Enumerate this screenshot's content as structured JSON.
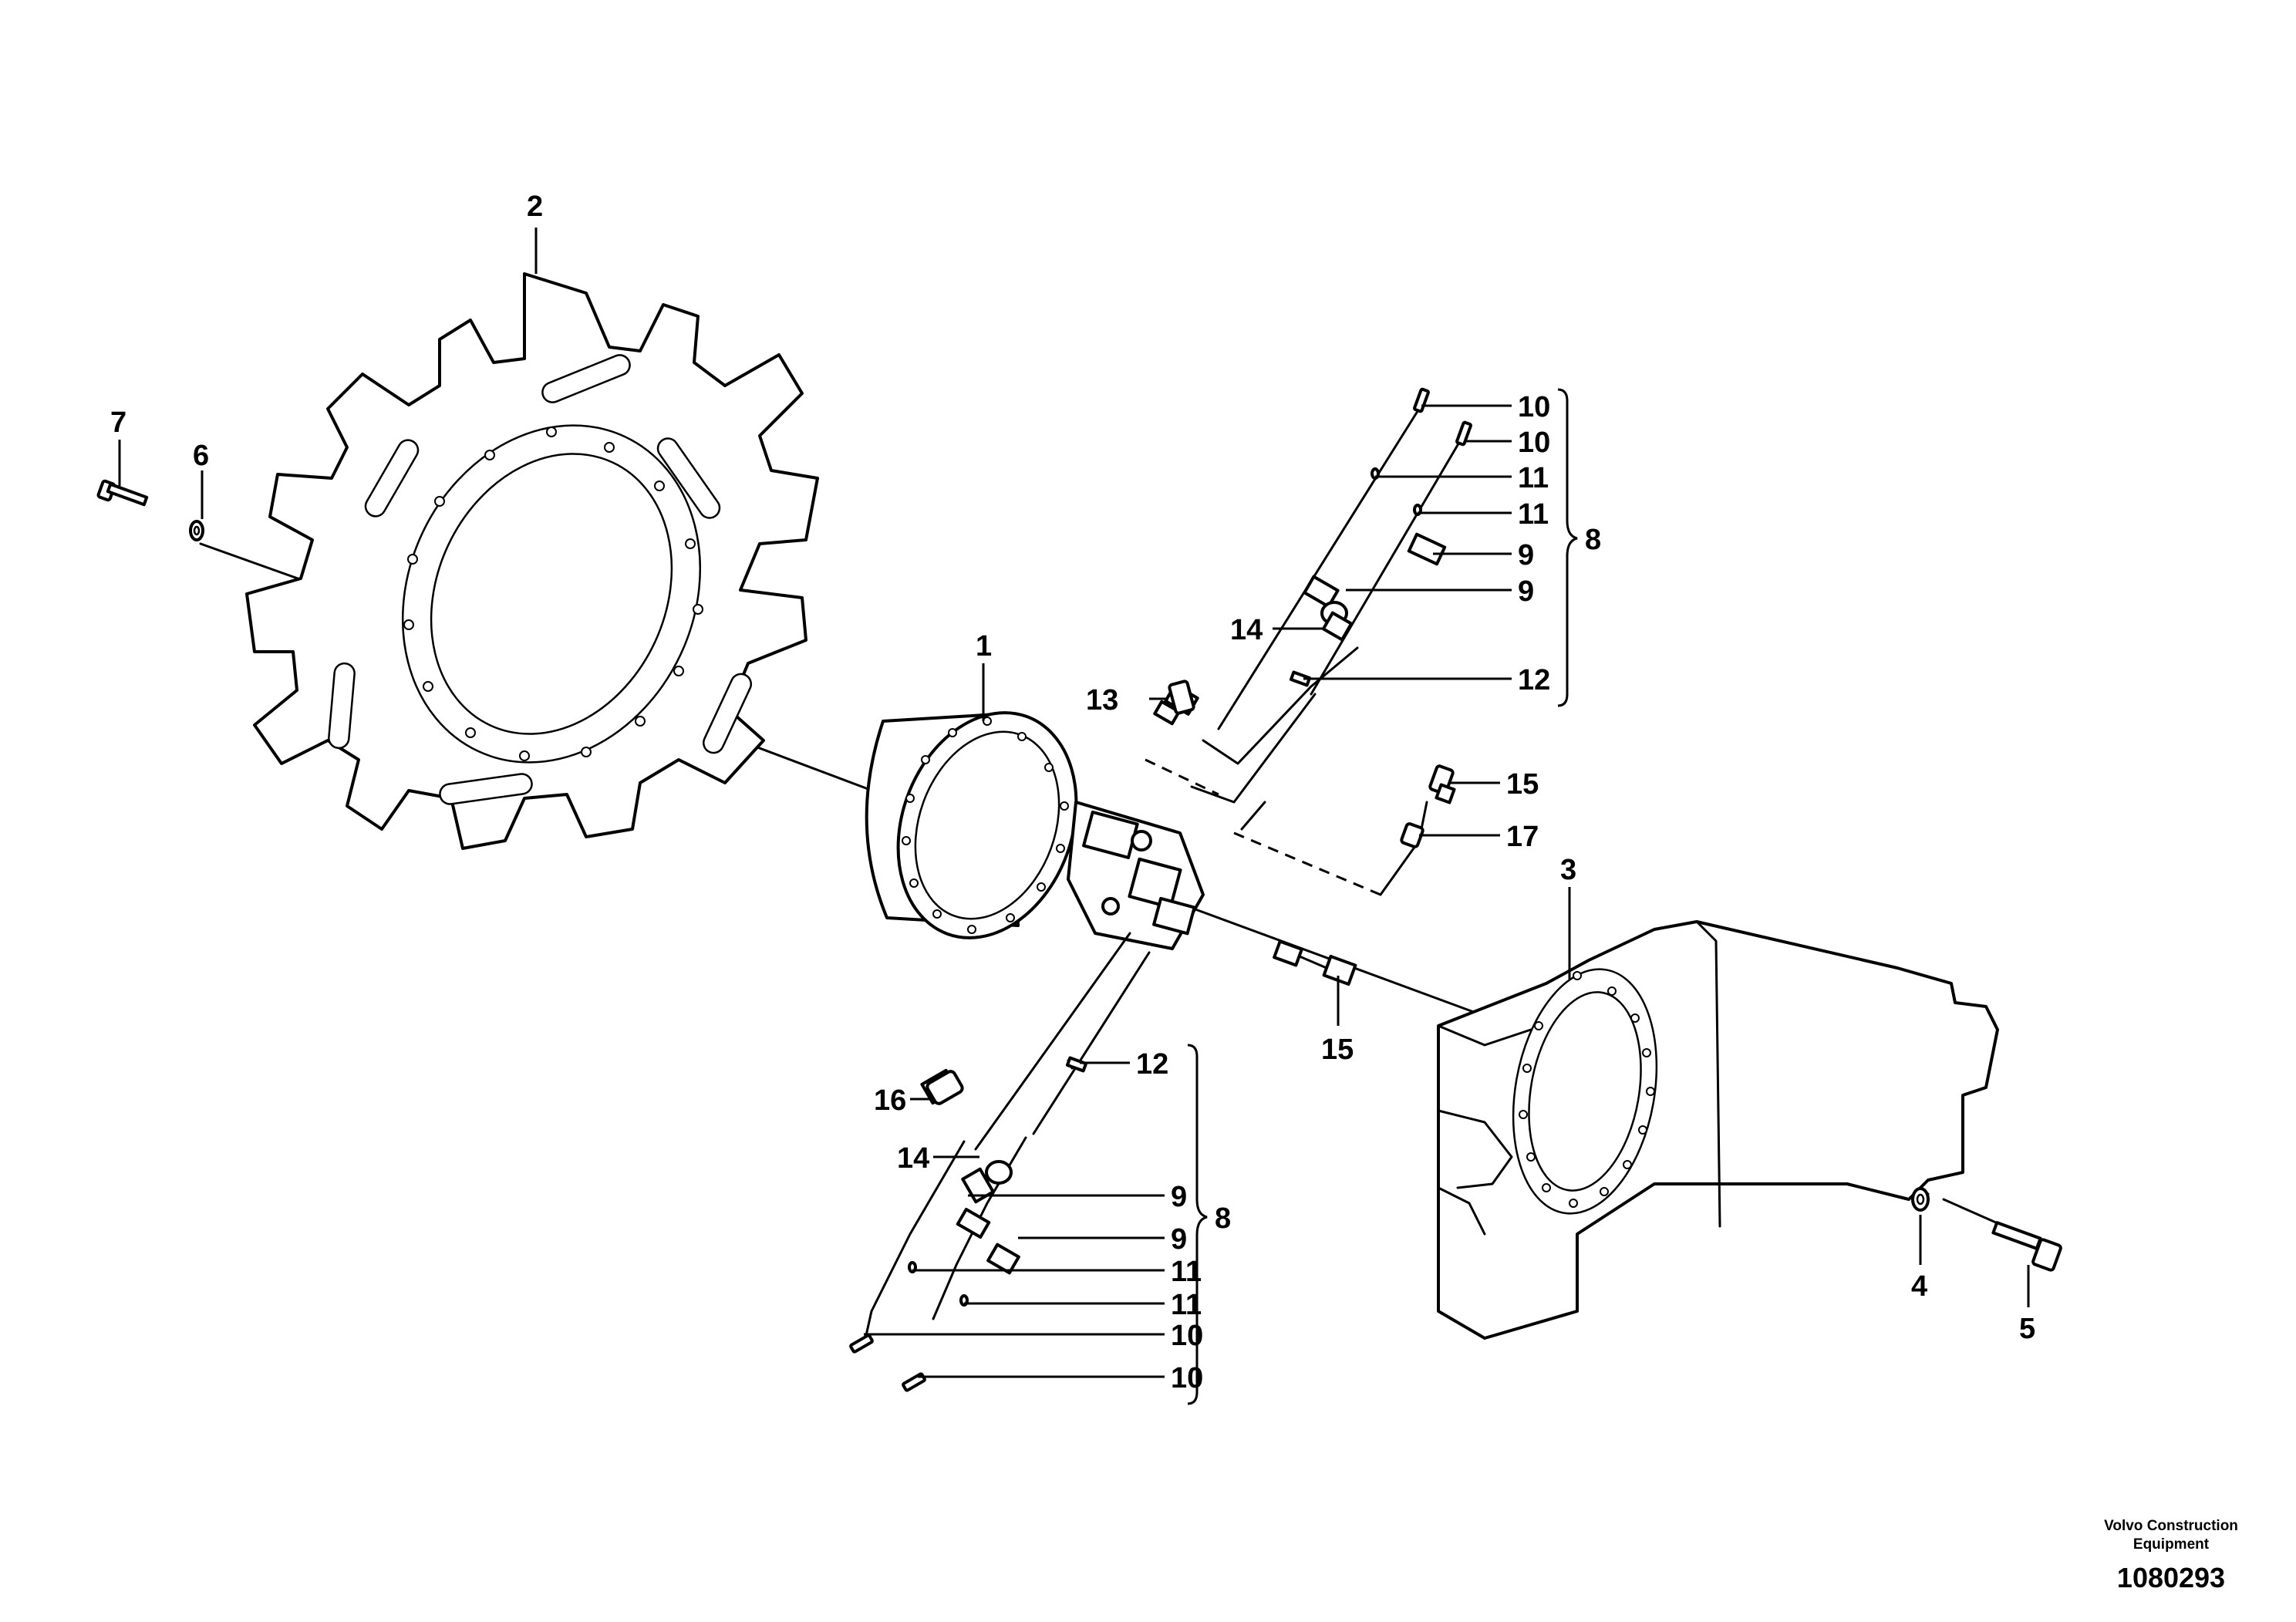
{
  "callouts": {
    "c1": "1",
    "c2": "2",
    "c3": "3",
    "c4": "4",
    "c5": "5",
    "c6": "6",
    "c7": "7",
    "c8_top": "8",
    "c8_bottom": "8",
    "c9_top_a": "9",
    "c9_top_b": "9",
    "c9_bottom_a": "9",
    "c9_bottom_b": "9",
    "c10_top_a": "10",
    "c10_top_b": "10",
    "c10_bottom_a": "10",
    "c10_bottom_b": "10",
    "c11_top_a": "11",
    "c11_top_b": "11",
    "c11_bottom_a": "11",
    "c11_bottom_b": "11",
    "c12_top": "12",
    "c12_bottom": "12",
    "c13": "13",
    "c14_top": "14",
    "c14_bottom": "14",
    "c15_top": "15",
    "c15_bottom": "15",
    "c16": "16",
    "c17": "17"
  },
  "footer": {
    "company_line1": "Volvo Construction",
    "company_line2": "Equipment",
    "drawing_number": "1080293"
  }
}
